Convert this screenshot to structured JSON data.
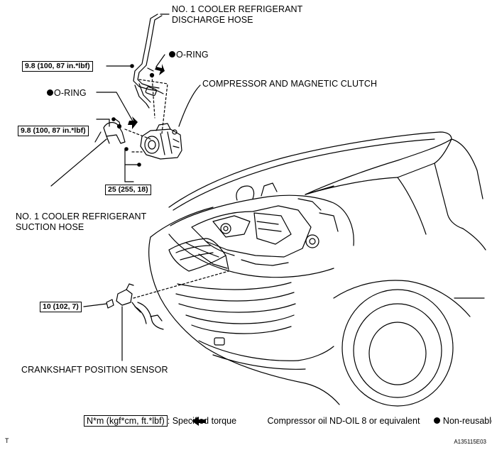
{
  "labels": {
    "discharge_hose_line1": "NO. 1 COOLER REFRIGERANT",
    "discharge_hose_line2": "DISCHARGE HOSE",
    "o_ring_top": "O-RING",
    "compressor": "COMPRESSOR AND MAGNETIC CLUTCH",
    "o_ring_left": "O-RING",
    "suction_hose_line1": "NO. 1 COOLER REFRIGERANT",
    "suction_hose_line2": "SUCTION HOSE",
    "crankshaft_sensor": "CRANKSHAFT POSITION SENSOR"
  },
  "torques": {
    "discharge_bolt": "9.8 (100, 87 in.*lbf)",
    "suction_bolt": "9.8 (100, 87 in.*lbf)",
    "compressor_bolts": "25 (255, 18)",
    "sensor_bolt": "10 (102, 7)"
  },
  "legend": {
    "torque_unit": "N*m (kgf*cm, ft.*lbf)",
    "torque_desc": ": Specified torque",
    "arrow_desc": "Compressor oil ND-OIL 8 or equivalent",
    "dot_desc": "Non-reusable part"
  },
  "footer": {
    "left_mark": "T",
    "figure_id": "A135115E03"
  },
  "colors": {
    "ink": "#000000",
    "background": "#ffffff"
  }
}
